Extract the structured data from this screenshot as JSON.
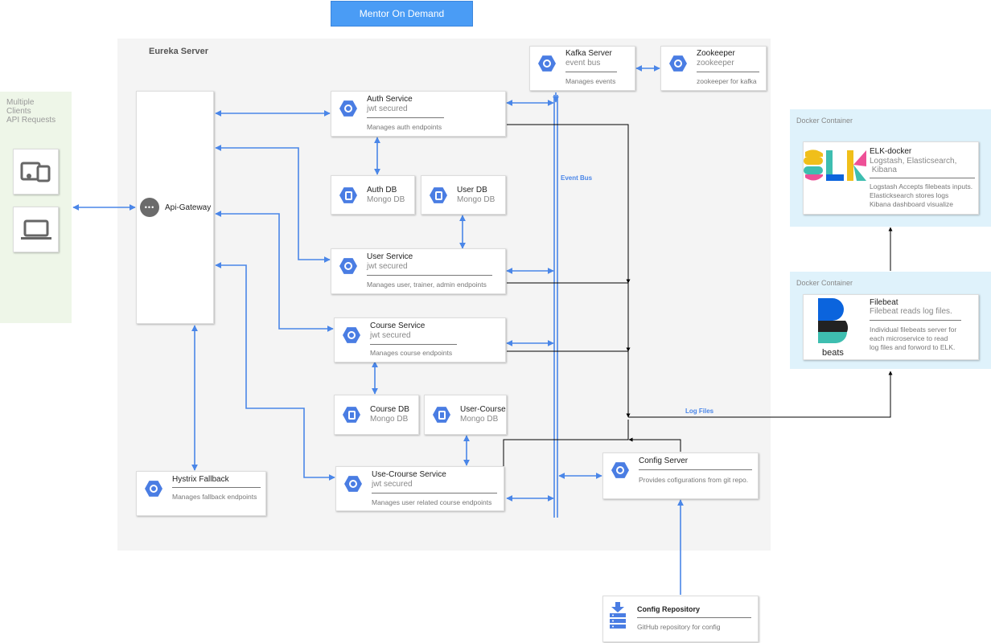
{
  "header": {
    "title": "Mentor On Demand"
  },
  "eureka": {
    "title": "Eureka Server"
  },
  "clients": {
    "label_lines": [
      "Multiple",
      "Clients",
      "API Requests"
    ]
  },
  "gateway": {
    "label": "Api-Gateway"
  },
  "services": {
    "kafka": {
      "title": "Kafka Server",
      "sub": "event bus",
      "desc": "Manages events"
    },
    "zookeeper": {
      "title": "Zookeeper",
      "sub": "zookeeper",
      "desc": "zookeeper for kafka"
    },
    "auth": {
      "title": "Auth Service",
      "sub": "jwt secured",
      "desc": "Manages auth endpoints"
    },
    "user": {
      "title": "User Service",
      "sub": "jwt secured",
      "desc": "Manages user, trainer, admin endpoints"
    },
    "course": {
      "title": "Course Service",
      "sub": "jwt secured",
      "desc": "Manages course endpoints"
    },
    "usecourse": {
      "title": "Use-Crourse Service",
      "sub": "jwt secured",
      "desc": "Manages user related course endpoints"
    },
    "hystrix": {
      "title": "Hystrix Fallback",
      "desc": "Manages fallback endpoints"
    },
    "config": {
      "title": "Config Server",
      "desc": "Provides cofigurations from git repo."
    },
    "repo": {
      "title": "Config Repository",
      "desc": "GitHub repository for config"
    }
  },
  "databases": {
    "auth_db": {
      "title": "Auth DB",
      "sub": "Mongo DB"
    },
    "user_db": {
      "title": "User DB",
      "sub": "Mongo DB"
    },
    "course_db": {
      "title": "Course DB",
      "sub": "Mongo DB"
    },
    "usercourse_db": {
      "title": "User-Course",
      "sub": "Mongo DB"
    }
  },
  "docker": {
    "elk": {
      "container_label": "Docker Container",
      "title": "ELK-docker",
      "sub_lines": [
        "Logstash, Elasticsearch,",
        " Kibana"
      ],
      "desc_lines": [
        "Logstash Accepts filebeats inputs.",
        "Elasticksearch stores logs",
        "Kibana dashboard visualize"
      ]
    },
    "filebeat": {
      "container_label": "Docker Container",
      "title": "Filebeat",
      "sub": "Filebeat reads log files.",
      "logo_text": "beats",
      "desc_lines": [
        "Individual filebeats server for",
        "each microservice to read",
        "log files and forword to ELK."
      ]
    }
  },
  "labels": {
    "event_bus": "Event Bus",
    "log_files": "Log Files"
  },
  "colors": {
    "accent": "#4a86e8",
    "title_bg": "#4a9cf5",
    "icon": "#4a7de3"
  }
}
